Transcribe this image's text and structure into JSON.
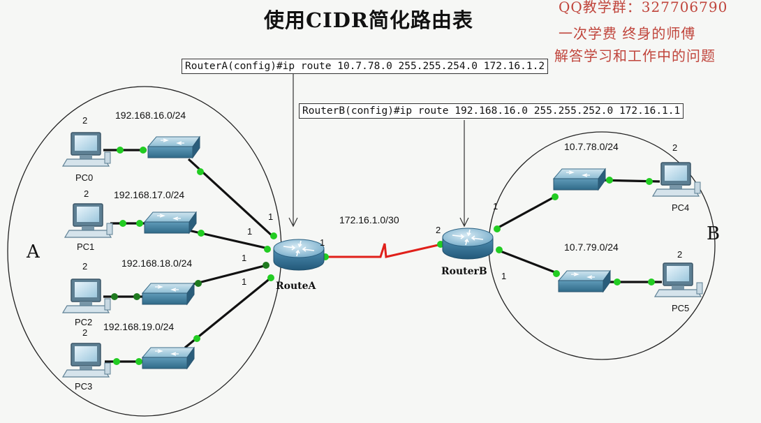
{
  "title": "使用CIDR简化路由表",
  "promo": {
    "line1": "QQ教学群：327706790",
    "line2": "一次学费    终身的师傅",
    "line3": "解答学习和工作中的问题"
  },
  "commands": {
    "router_a": "RouterA(config)#ip route 10.7.78.0 255.255.254.0 172.16.1.2",
    "router_b": "RouterB(config)#ip route 192.168.16.0 255.255.252.0 172.16.1.1"
  },
  "areas": {
    "a": "A",
    "b": "B"
  },
  "routers": {
    "a": "RouteA",
    "b": "RouterB"
  },
  "wan_net": "172.16.1.0/30",
  "lan_a": [
    {
      "network": "192.168.16.0/24",
      "pc": "PC0",
      "pc_port": "2",
      "router_port": "1"
    },
    {
      "network": "192.168.17.0/24",
      "pc": "PC1",
      "pc_port": "2",
      "router_port": "1"
    },
    {
      "network": "192.168.18.0/24",
      "pc": "PC2",
      "pc_port": "2",
      "router_port": "1"
    },
    {
      "network": "192.168.19.0/24",
      "pc": "PC3",
      "pc_port": "2",
      "router_port": "1"
    }
  ],
  "lan_b": [
    {
      "network": "10.7.78.0/24",
      "pc": "PC4",
      "pc_port": "2",
      "router_port": "1"
    },
    {
      "network": "10.7.79.0/24",
      "pc": "PC5",
      "pc_port": "2",
      "router_port": "1"
    }
  ],
  "ports": {
    "router_a_wan": "1",
    "router_b_wan": "2"
  },
  "colors": {
    "wan_link": "#e0201a",
    "lan_link": "#111111",
    "link_light": "#22cc22",
    "switch": "#5f9ab8",
    "router": "#4f8fb3"
  },
  "icons": [
    "pc-icon",
    "switch-icon",
    "router-icon"
  ]
}
